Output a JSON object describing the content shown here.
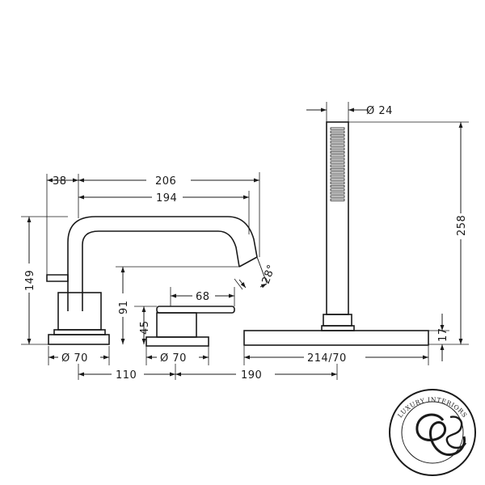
{
  "dimensions": {
    "d38": "38",
    "d206": "206",
    "d194": "194",
    "d149": "149",
    "d91": "91",
    "d45": "45",
    "d68": "68",
    "d28": "28°",
    "d70a": "Ø 70",
    "d70b": "Ø 70",
    "d110": "110",
    "d190": "190",
    "d24": "Ø 24",
    "d258": "258",
    "d17": "17",
    "d214": "214/70"
  },
  "logo": {
    "text": "LUXURY INTERIORS"
  }
}
